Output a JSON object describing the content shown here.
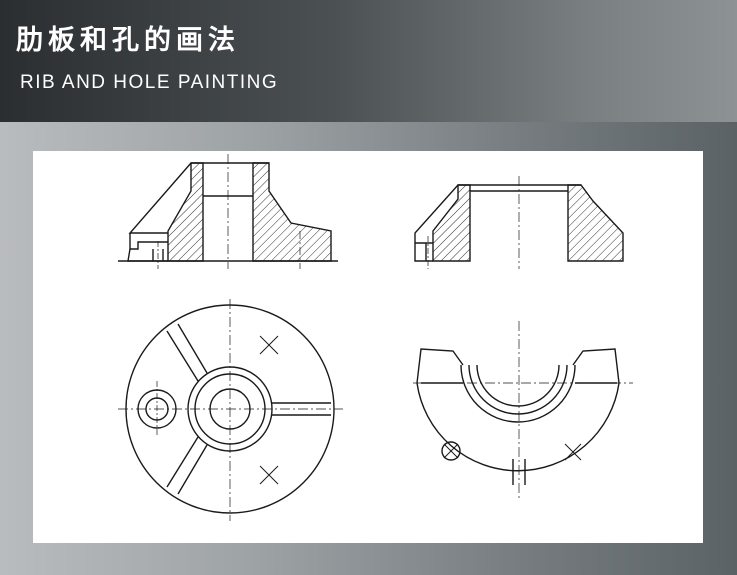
{
  "header": {
    "title_cn": "肋板和孔的画法",
    "title_en": "RIB AND HOLE PAINTING"
  },
  "colors": {
    "header_dark": "#2a2e31",
    "header_light": "#8d9295",
    "drawing_ink": "#1a1a1a",
    "panel_bg": "#ffffff"
  },
  "drawing": {
    "views": [
      "front-section-view-left",
      "front-section-view-right",
      "top-view-left",
      "top-view-right"
    ]
  }
}
